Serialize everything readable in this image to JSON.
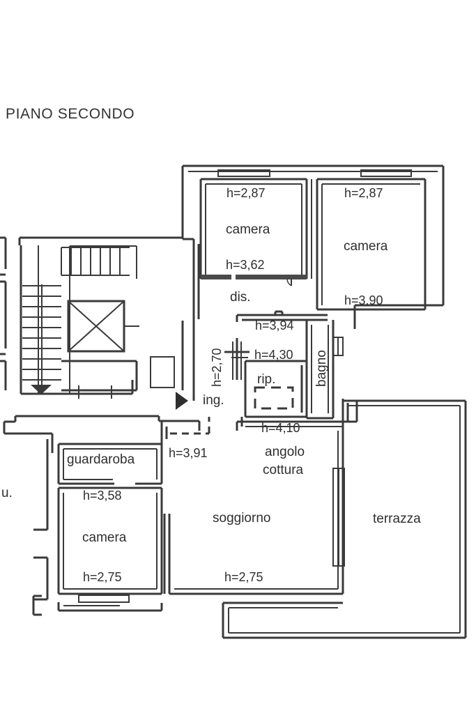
{
  "document": {
    "title": "PIANO SECONDO",
    "type": "architectural-floor-plan",
    "language": "it",
    "background_color": "#ffffff",
    "line_color": "#3a3a3a"
  },
  "rooms": [
    {
      "id": "camera-1",
      "label": "camera",
      "height_top": "h=2,87",
      "height_bottom": "h=3,62"
    },
    {
      "id": "camera-2",
      "label": "camera",
      "height_top": "h=2,87",
      "height_bottom": "h=3,90"
    },
    {
      "id": "disimpegno",
      "label": "dis.",
      "height_top": "h=3,94",
      "height_bottom": "h=2,70"
    },
    {
      "id": "ingresso",
      "label": "ing.",
      "height_top": "h=4,30",
      "height_bottom": ""
    },
    {
      "id": "ripostiglio",
      "label": "rip.",
      "height_top": "",
      "height_bottom": ""
    },
    {
      "id": "bagno",
      "label": "bagno",
      "height_top": "",
      "height_bottom": ""
    },
    {
      "id": "angolo-cottura",
      "label": "angolo cottura",
      "height_top": "h=4,10",
      "height_bottom": ""
    },
    {
      "id": "soggiorno",
      "label": "soggiorno",
      "height_top": "",
      "height_bottom": "h=2,75"
    },
    {
      "id": "guardaroba",
      "label": "guardaroba",
      "height_top": "h=3,91",
      "height_bottom": "h=3,58"
    },
    {
      "id": "camera-3",
      "label": "camera",
      "height_top": "",
      "height_bottom": "h=2,75"
    },
    {
      "id": "terrazza",
      "label": "terrazza",
      "height_top": "",
      "height_bottom": ""
    },
    {
      "id": "uscita",
      "label": "u.",
      "height_top": "",
      "height_bottom": ""
    }
  ],
  "labels": {
    "camera_top_left": "camera",
    "camera_top_left_h_upper": "h=2,87",
    "camera_top_left_h_lower": "h=3,62",
    "camera_top_right": "camera",
    "camera_top_right_h_upper": "h=2,87",
    "camera_top_right_h_lower": "h=3,90",
    "dis": "dis.",
    "h_394": "h=3,94",
    "h_270": "h=2,70",
    "h_430": "h=4,30",
    "rip": "rip.",
    "bagno": "bagno",
    "ing": "ing.",
    "h_410": "h=4,10",
    "angolo": "angolo",
    "cottura": "cottura",
    "soggiorno": "soggiorno",
    "soggiorno_h": "h=2,75",
    "guardaroba": "guardaroba",
    "h_391": "h=3,91",
    "h_358": "h=3,58",
    "camera_bottom_left": "camera",
    "camera_bottom_left_h": "h=2,75",
    "terrazza": "terrazza",
    "u": "u."
  },
  "features": {
    "stairwell": "staircase-with-steps",
    "elevator": "elevator-shaft-crossed-rectangle",
    "entrance_marker": "filled-triangle-pointing-right",
    "storage_outline": "dashed-rectangle",
    "windows": "double-line-wall-openings"
  }
}
